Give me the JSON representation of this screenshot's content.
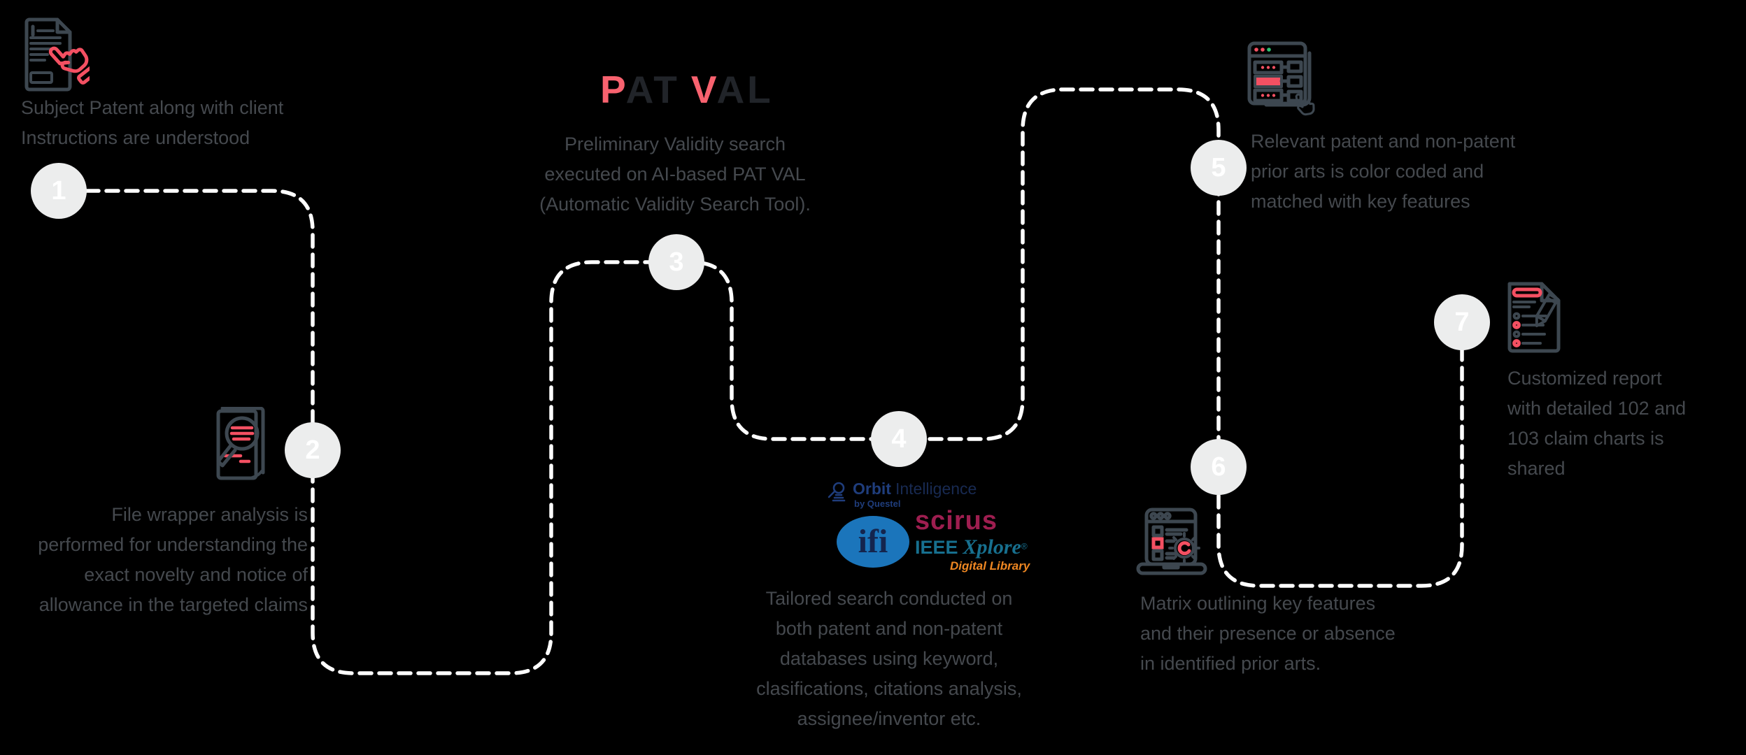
{
  "theme": {
    "background": "#000000",
    "text_gray": "#45494e",
    "path_white": "#ffffff",
    "circle_fill": "#eceded",
    "circle_number": "#ffffff",
    "icon_stroke": "#3d4750",
    "accent_red": "#f45062",
    "logo_pink": "#f8626f",
    "logo_dark": "#212429",
    "orbit_blue": "#1f3d7c",
    "orbit_dark_blue": "#182a52",
    "ifi_blue": "#1b75bb",
    "ifi_navy": "#14254e",
    "scirus_crimson": "#9e1e50",
    "ieee_teal": "#17708f",
    "ieee_orange": "#ee8722",
    "dot_green": "#2fbf71"
  },
  "steps": [
    {
      "number": "1",
      "text": "Subject Patent along with client Instructions are understood",
      "icon": "patent-document-click-icon"
    },
    {
      "number": "2",
      "text": "File wrapper analysis is performed for understanding the exact novelty and notice of allowance in the targeted claims",
      "icon": "file-wrapper-search-icon"
    },
    {
      "number": "3",
      "text": "Preliminary Validity search executed on AI-based PAT VAL (Automatic Validity Search Tool).",
      "icon": "patval-logo"
    },
    {
      "number": "4",
      "text": "Tailored search conducted on both patent and non-patent databases using keyword, clasifications, citations analysis, assignee/inventor etc.",
      "icon": "database-logos"
    },
    {
      "number": "5",
      "text": "Relevant patent and non-patent prior arts is color coded and matched with key features",
      "icon": "color-coded-browser-icon"
    },
    {
      "number": "6",
      "text": "Matrix outlining key features and their presence or absence in identified prior arts.",
      "icon": "matrix-laptop-icon"
    },
    {
      "number": "7",
      "text": "Customized report with detailed 102 and 103 claim charts is shared",
      "icon": "report-pencil-icon"
    }
  ],
  "logos": {
    "patval": {
      "p": "P",
      "at": "AT",
      "v": "V",
      "al": "AL"
    },
    "orbit": {
      "name": "Orbit",
      "suffix": "Intelligence",
      "byline": "by Questel"
    },
    "ifi": {
      "text": "ifi"
    },
    "scirus": {
      "text": "scirus"
    },
    "ieee": {
      "brand": "IEEE",
      "product": "Xplore",
      "sup": "®",
      "tagline": "Digital Library"
    }
  }
}
